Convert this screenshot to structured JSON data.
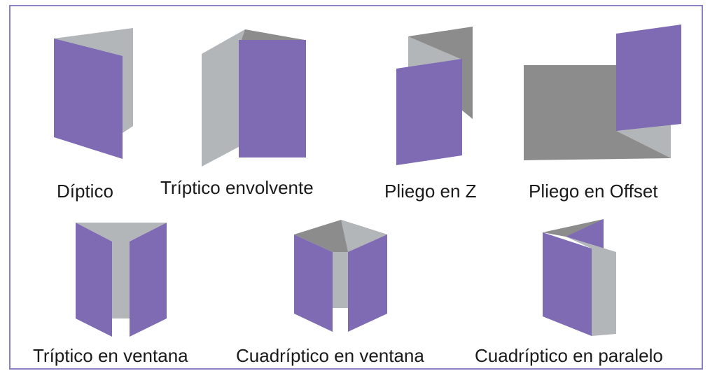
{
  "colors": {
    "purple": "#7f6bb3",
    "light_gray": "#b3b6b9",
    "dark_gray": "#8c8c8c",
    "border": "#8c80c3"
  },
  "folds": [
    {
      "label": "Díptico"
    },
    {
      "label": "Tríptico envolvente"
    },
    {
      "label": "Pliego en Z"
    },
    {
      "label": "Pliego en Offset"
    },
    {
      "label": "Tríptico en ventana"
    },
    {
      "label": "Cuadríptico en ventana"
    },
    {
      "label": "Cuadríptico en paralelo"
    }
  ]
}
